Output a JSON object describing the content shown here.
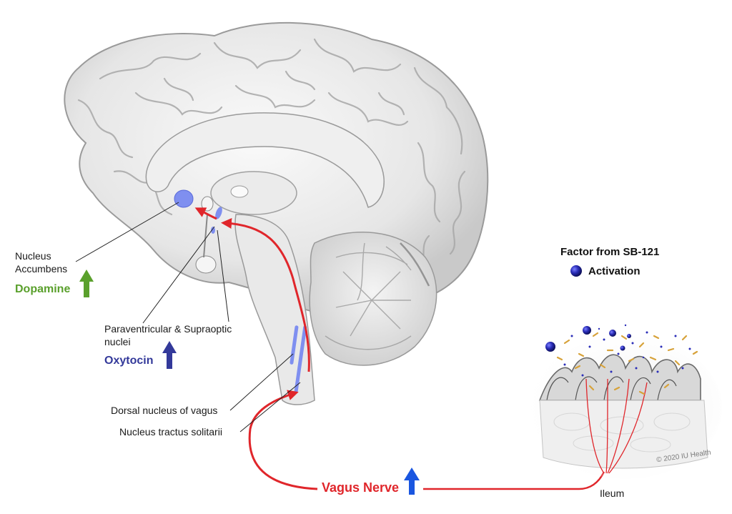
{
  "labels": {
    "nucleus_accumbens_1": "Nucleus",
    "nucleus_accumbens_2": "Accumbens",
    "dopamine": "Dopamine",
    "pvn_1": "Paraventricular & Supraoptic",
    "pvn_2": "nuclei",
    "oxytocin": "Oxytocin",
    "dorsal_nucleus": "Dorsal nucleus of vagus",
    "nts": "Nucleus tractus solitarii",
    "vagus_nerve": "Vagus Nerve",
    "ileum": "Ileum"
  },
  "legend": {
    "title": "Factor from SB-121",
    "item": "Activation"
  },
  "copyright": "© 2020 IU Health",
  "colors": {
    "pathway": "#e0262b",
    "dopamine": "#5aa02c",
    "oxytocin": "#33399a",
    "up_arrow_blue": "#1a56e0",
    "activation": "#2a2db8",
    "nucleus_highlight": "#7f8ff0"
  },
  "icons": {
    "up": "up-arrow-icon",
    "activation": "activation-sphere-icon"
  }
}
